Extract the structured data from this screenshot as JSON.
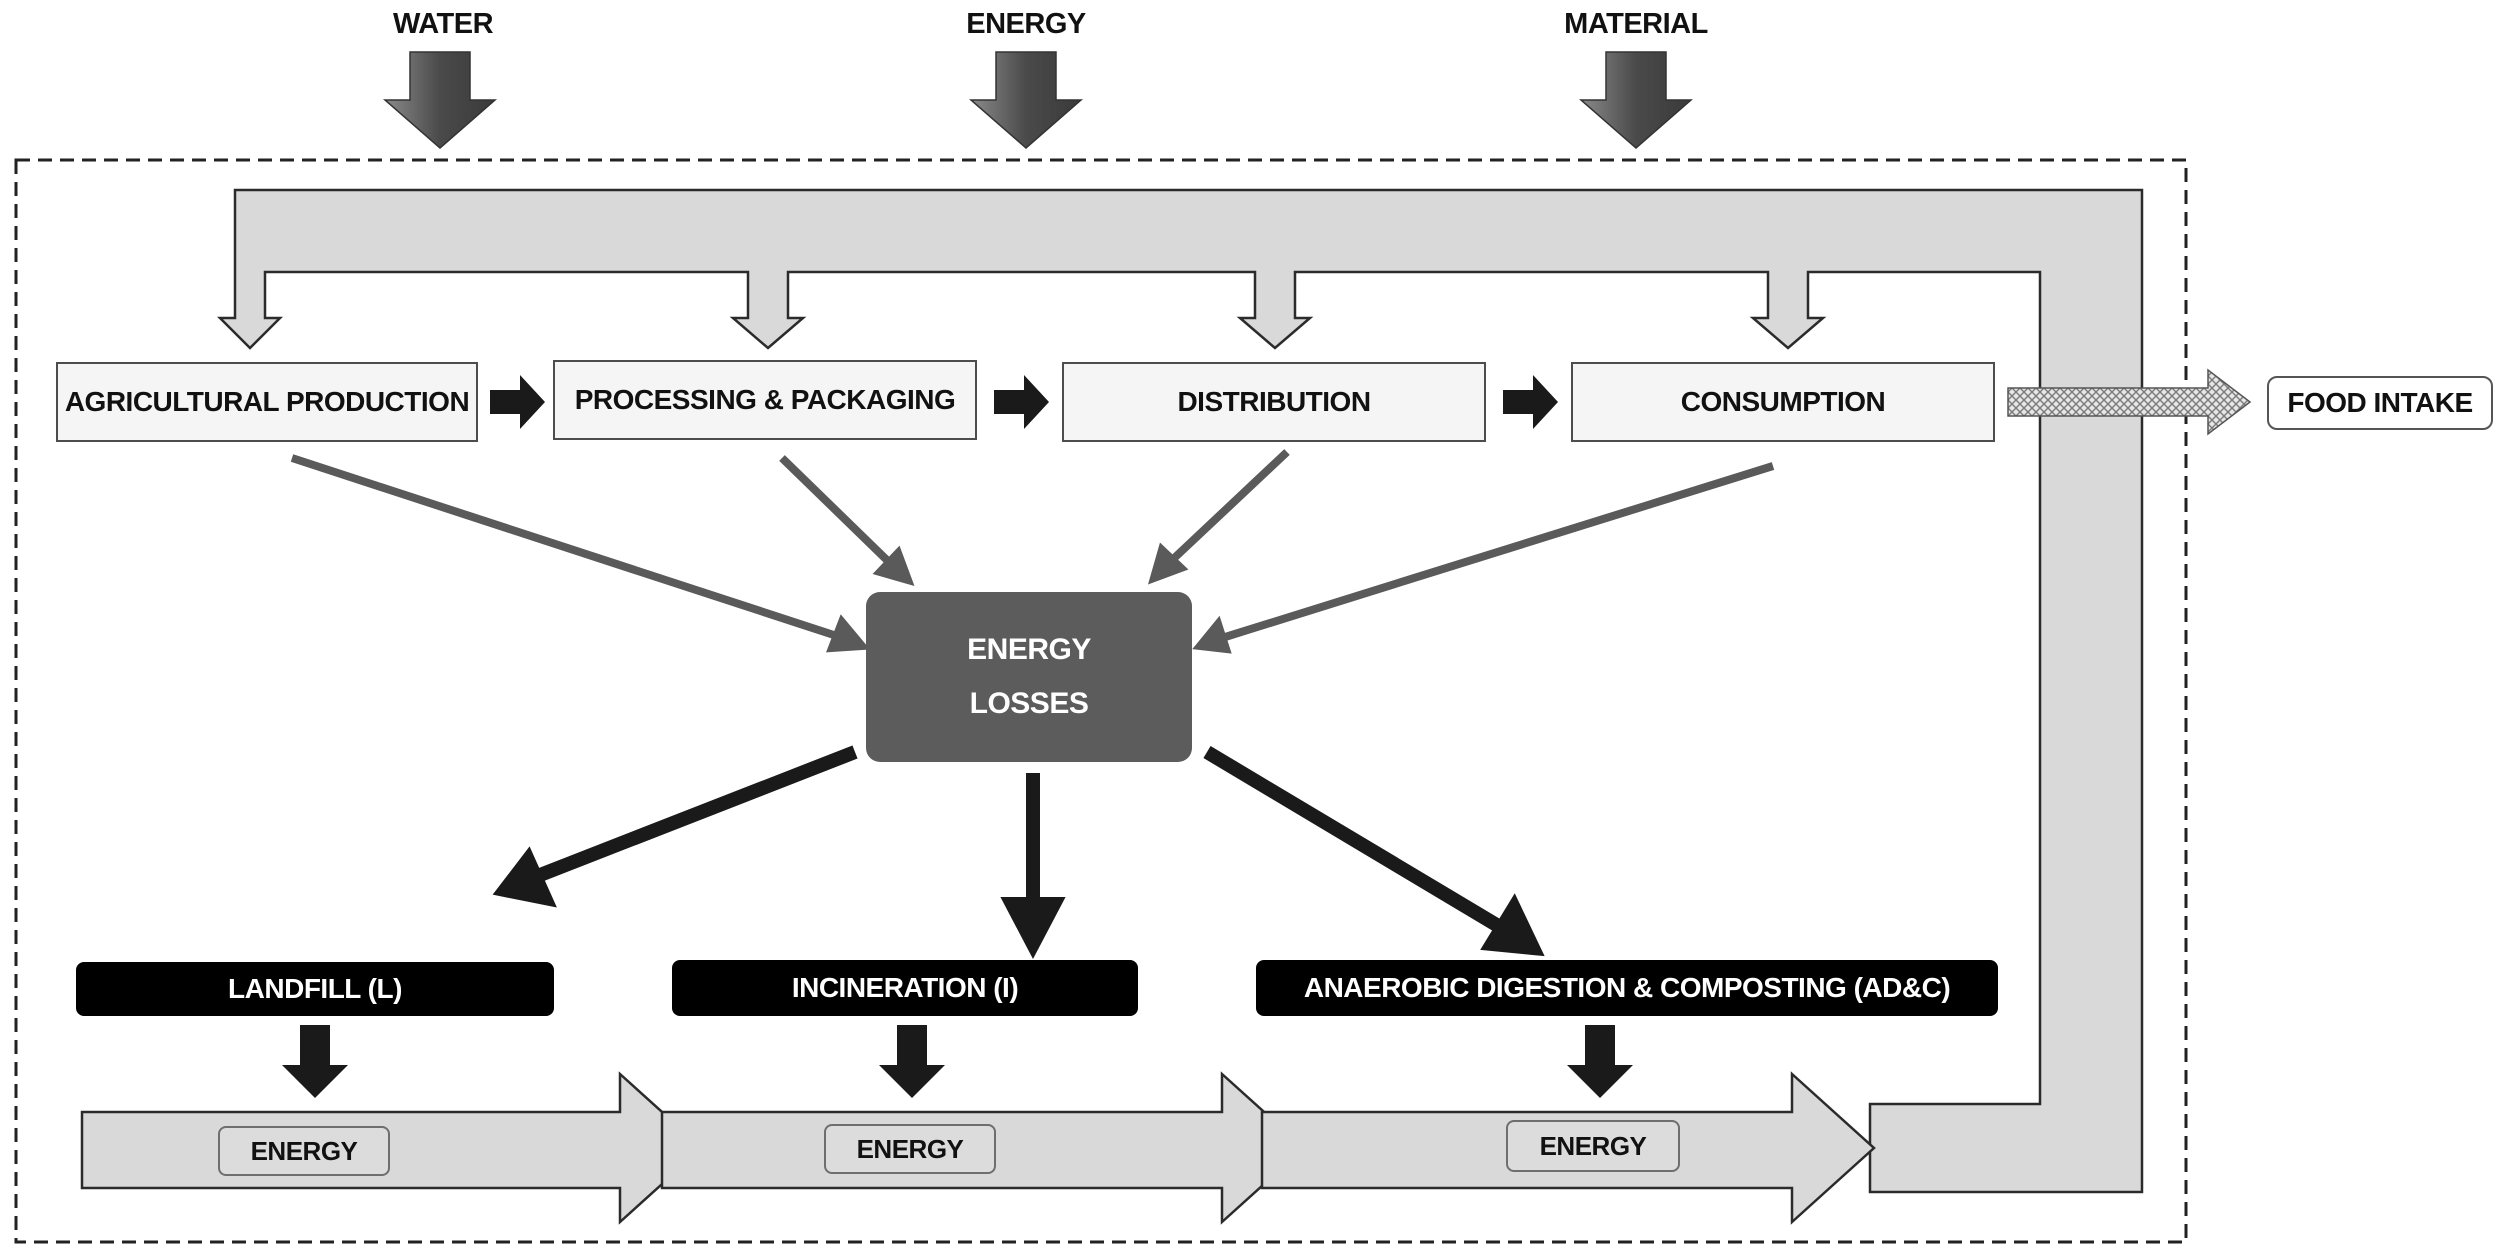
{
  "inputs": {
    "water": "WATER",
    "energy": "ENERGY",
    "material": "MATERIAL"
  },
  "stages": {
    "agricultural_production": "AGRICULTURAL PRODUCTION",
    "processing_packaging": "PROCESSING & PACKAGING",
    "distribution": "DISTRIBUTION",
    "consumption": "CONSUMPTION"
  },
  "output": {
    "food_intake": "FOOD INTAKE"
  },
  "core": {
    "line1": "ENERGY",
    "line2": "LOSSES"
  },
  "waste_treatments": {
    "landfill": "LANDFILL (L)",
    "incineration": "INCINERATION (I)",
    "anaerobic": "ANAEROBIC DIGESTION & COMPOSTING (AD&C)"
  },
  "recovered_energy": {
    "from_landfill": "ENERGY",
    "from_incineration": "ENERGY",
    "from_anaerobic": "ENERGY"
  },
  "colors": {
    "background": "#ffffff",
    "stage_fill": "#f5f5f5",
    "loop_fill": "#d9d9d9",
    "core_fill": "#5c5c5c",
    "dark_arrow": "#1a1a1a",
    "loss_arrow": "#5a5a5a",
    "waste_box": "#000000"
  }
}
